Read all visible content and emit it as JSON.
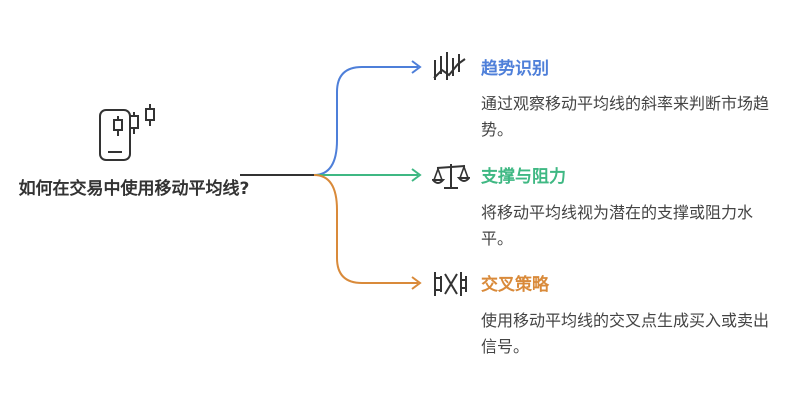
{
  "root": {
    "title": "如何在交易中使用移动平均线?",
    "icon": "smartphone-candlestick-icon"
  },
  "branches": [
    {
      "title": "趋势识别",
      "description": "通过观察移动平均线的斜率来判断市场趋势。",
      "icon": "trend-lines-icon",
      "color": "#4e7fd9"
    },
    {
      "title": "支撑与阻力",
      "description": "将移动平均线视为潜在的支撑或阻力水平。",
      "icon": "balance-scale-icon",
      "color": "#3fb883"
    },
    {
      "title": "交叉策略",
      "description": "使用移动平均线的交叉点生成买入或卖出信号。",
      "icon": "crossover-icon",
      "color": "#d98a3a"
    }
  ],
  "colors": {
    "text": "#333333",
    "root_line": "#333333"
  }
}
